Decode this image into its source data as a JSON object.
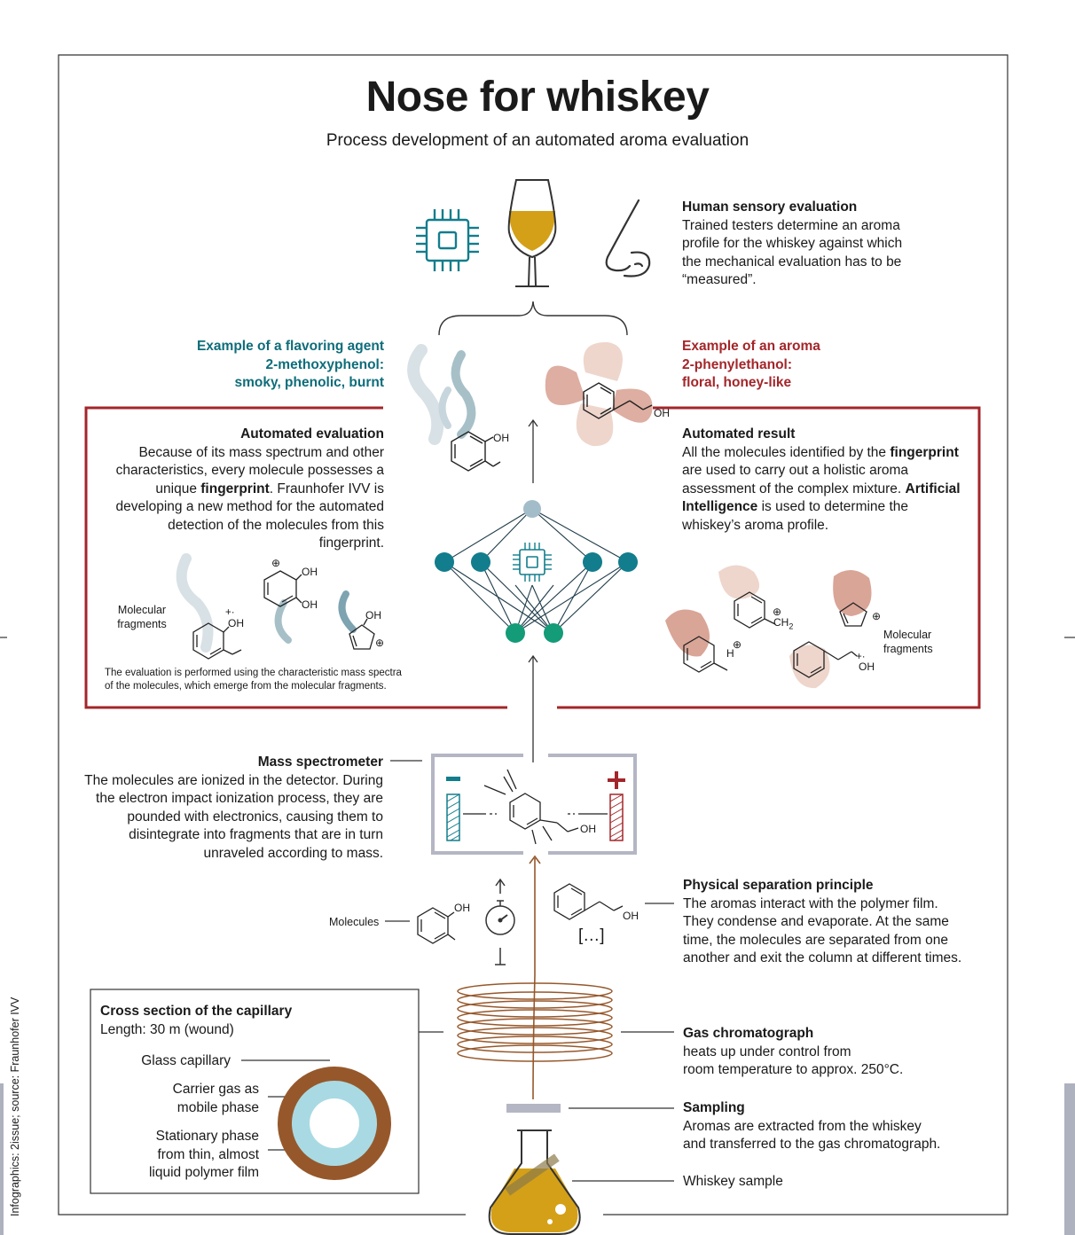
{
  "title": "Nose for whiskey",
  "subtitle": "Process development of an automated aroma evaluation",
  "human": {
    "heading": "Human sensory evaluation",
    "body": "Trained testers determine an aroma profile for the whiskey against which the mechanical evaluation has to be “measured”."
  },
  "flavoring": {
    "line1": "Example of a flavoring agent",
    "line2": "2-methoxyphenol:",
    "line3": "smoky, phenolic, burnt"
  },
  "aroma": {
    "line1": "Example of an aroma",
    "line2": "2-phenylethanol:",
    "line3": "floral, honey-like"
  },
  "automated_eval": {
    "heading": "Automated evaluation",
    "body_a": "Because of its mass spectrum and other characteristics, every molecule possesses a unique ",
    "fingerprint": "fingerprint",
    "body_b": ". Fraunhofer IVV is developing a new method for the automated detection of the molecules from this fingerprint."
  },
  "automated_result": {
    "heading": "Automated result",
    "body_a": "All the molecules identified by the ",
    "fingerprint": "fingerprint",
    "body_b": " are used to carry out a holistic aroma assessment of the complex mixture. ",
    "ai": "Artificial Intelligence",
    "body_c": " is used to determine the whiskey’s aroma profile."
  },
  "fragments": {
    "left_label_1": "Molecular",
    "left_label_2": "fragments",
    "right_label_1": "Molecular",
    "right_label_2": "fragments",
    "caption_1": "The evaluation is performed using the characteristic mass spectra",
    "caption_2": "of the molecules, which emerge from the molecular fragments."
  },
  "chem": {
    "oh": "OH",
    "ch2": "CH",
    "ch2_sub": "2",
    "h": "H",
    "plus_dot": "+·",
    "ellipsis": "[…]"
  },
  "mass_spec": {
    "heading": "Mass spectrometer",
    "body": "The molecules are ionized in the detector. During the electron impact ionization process, they are pounded with electronics, causing them to disintegrate into fragments that are in turn unraveled according to mass."
  },
  "separation": {
    "heading": "Physical separation principle",
    "body": "The aromas interact with the polymer film. They condense and evaporate. At the same time, the molecules are separated from one another and exit the column at different times."
  },
  "molecules_label": "Molecules",
  "capillary": {
    "heading": "Cross section of the capillary",
    "length": "Length: 30 m (wound)",
    "glass": "Glass capillary",
    "carrier_1": "Carrier gas as",
    "carrier_2": "mobile phase",
    "stationary_1": "Stationary phase",
    "stationary_2": "from thin, almost",
    "stationary_3": "liquid polymer film"
  },
  "gc": {
    "heading": "Gas chromatograph",
    "line1": "heats up under control from",
    "line2": "room temperature to approx. 250°C."
  },
  "sampling": {
    "heading": "Sampling",
    "line1": "Aromas are extracted from the whiskey",
    "line2": "and transferred to the gas chromatograph."
  },
  "whiskey_sample": "Whiskey sample",
  "credits": "Infographics: 2issue; source: Fraunhofer IVV",
  "colors": {
    "teal": "#0e6d7a",
    "red": "#a3262a",
    "whiskey": "#d4a017",
    "brown": "#96582b",
    "light_blue": "#a9dae3",
    "pink": "#d9a597",
    "node_teal": "#127d8c",
    "node_green": "#149b78"
  }
}
